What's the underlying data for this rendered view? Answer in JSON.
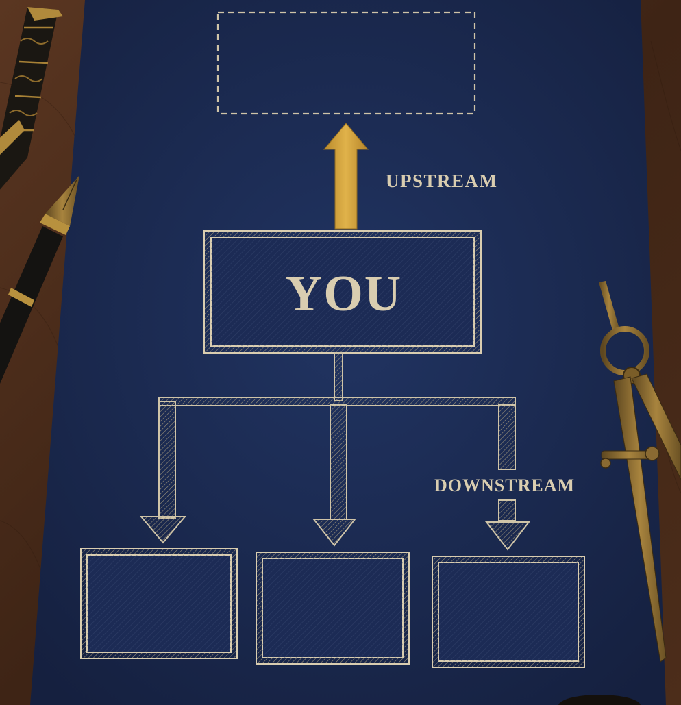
{
  "diagram": {
    "center_label": "YOU",
    "upstream_label": "UPSTREAM",
    "downstream_label": "DOWNSTREAM",
    "upstream_placeholder_boxes": 1,
    "downstream_child_boxes": 3
  },
  "colors": {
    "desk_wood": "#4a2c1b",
    "paper_navy": "#1b2a4f",
    "cream_lines": "#d9cdb0",
    "gold_arrow": "#d4a640",
    "brass": "#8a6a32"
  },
  "objects": {
    "left_items": [
      "fountain-pen-cap",
      "fountain-pen"
    ],
    "right_items": [
      "drafting-compass"
    ]
  }
}
